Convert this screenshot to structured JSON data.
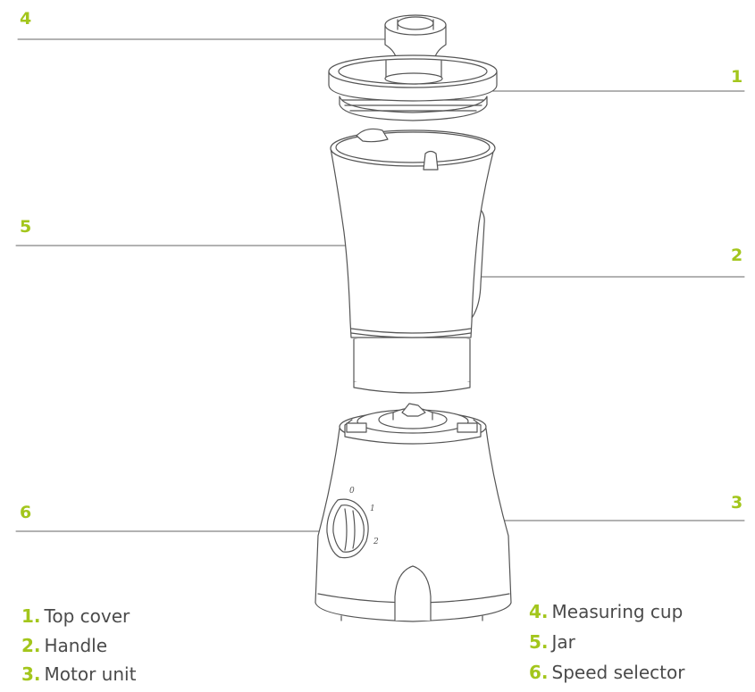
{
  "callouts": [
    {
      "num": "4",
      "part": "measuring-cup"
    },
    {
      "num": "1",
      "part": "top-cover"
    },
    {
      "num": "5",
      "part": "jar"
    },
    {
      "num": "2",
      "part": "handle"
    },
    {
      "num": "6",
      "part": "speed-selector"
    },
    {
      "num": "3",
      "part": "motor-unit"
    }
  ],
  "dial_marks": [
    "0",
    "1",
    "2"
  ],
  "legend": [
    {
      "num": "1.",
      "label": "Top cover"
    },
    {
      "num": "2.",
      "label": "Handle"
    },
    {
      "num": "3.",
      "label": "Motor unit"
    },
    {
      "num": "4.",
      "label": "Measuring cup"
    },
    {
      "num": "5.",
      "label": "Jar"
    },
    {
      "num": "6.",
      "label": "Speed selector"
    }
  ],
  "colors": {
    "accent": "#a3c61c",
    "line": "#555555",
    "text": "#4a4a4a"
  }
}
